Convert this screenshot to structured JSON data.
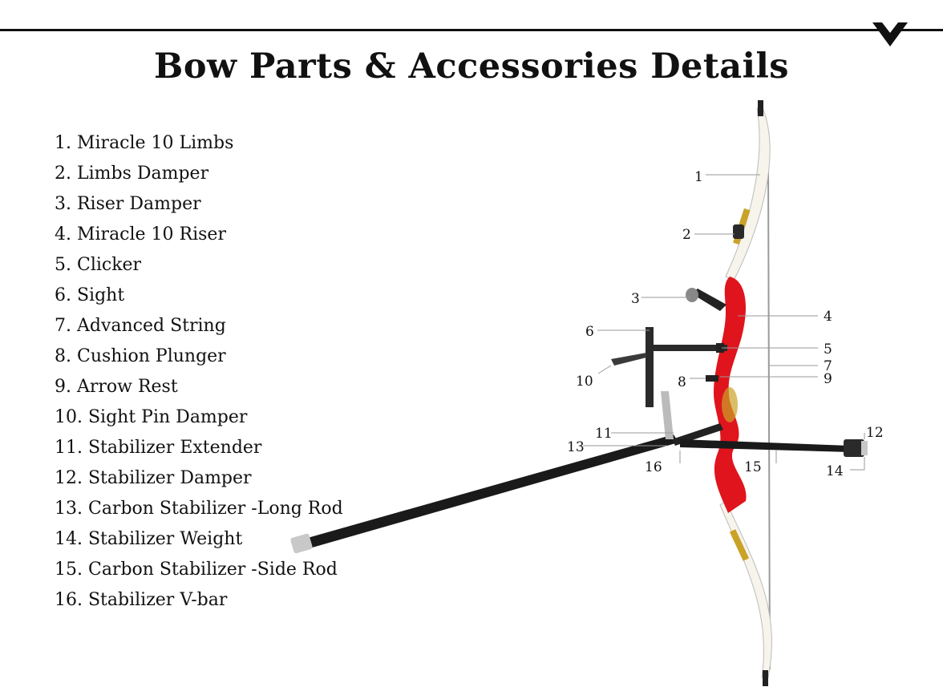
{
  "title": "Bow Parts & Accessories Details",
  "parts": [
    "1. Miracle 10 Limbs",
    "2. Limbs Damper",
    "3. Riser Damper",
    "4. Miracle 10 Riser",
    "5. Clicker",
    "6. Sight",
    "7. Advanced String",
    "8. Cushion Plunger",
    "9. Arrow Rest",
    "10. Sight Pin Damper",
    "11. Stabilizer Extender",
    "12. Stabilizer Damper",
    "13. Carbon Stabilizer -Long Rod",
    "14. Stabilizer Weight",
    "15. Carbon Stabilizer -Side Rod",
    "16. Stabilizer V-bar"
  ],
  "callouts": [
    "1",
    "2",
    "3",
    "4",
    "5",
    "6",
    "7",
    "8",
    "9",
    "10",
    "11",
    "12",
    "13",
    "14",
    "15",
    "16"
  ],
  "colors": {
    "riser": "#e0141c",
    "limb": "#f7f4ec",
    "rod": "#1a1a1a",
    "accent": "#c9a227"
  }
}
